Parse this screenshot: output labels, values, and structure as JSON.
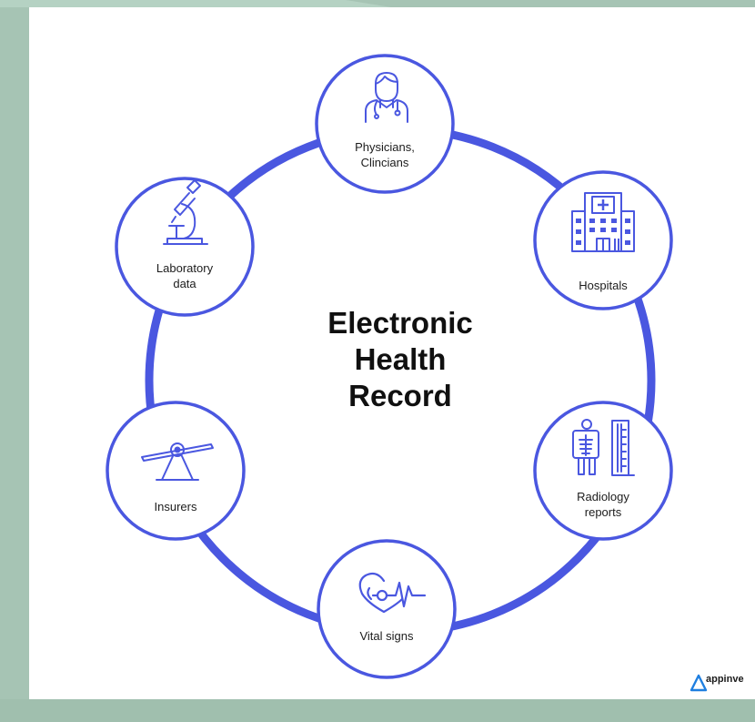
{
  "title": "Electronic Health Record",
  "title_lines": [
    "Electronic",
    "Health",
    "Record"
  ],
  "nodes": [
    {
      "id": "physicians",
      "label_lines": [
        "Physicians,",
        "Clincians"
      ],
      "icon": "doctor-icon"
    },
    {
      "id": "hospitals",
      "label_lines": [
        "Hospitals"
      ],
      "icon": "hospital-building-icon"
    },
    {
      "id": "radiology",
      "label_lines": [
        "Radiology",
        "reports"
      ],
      "icon": "x-ray-icon"
    },
    {
      "id": "vital-signs",
      "label_lines": [
        "Vital signs"
      ],
      "icon": "heartbeat-icon"
    },
    {
      "id": "insurers",
      "label_lines": [
        "Insurers"
      ],
      "icon": "balance-seesaw-icon"
    },
    {
      "id": "laboratory",
      "label_lines": [
        "Laboratory",
        "data"
      ],
      "icon": "microscope-icon"
    }
  ],
  "brand": {
    "name": "appinve",
    "logo_icon": "appinventiv-logo-icon"
  },
  "colors": {
    "accent": "#4a57e0",
    "background": "#a6c4b4",
    "card": "#ffffff",
    "text": "#1c1c1c"
  }
}
